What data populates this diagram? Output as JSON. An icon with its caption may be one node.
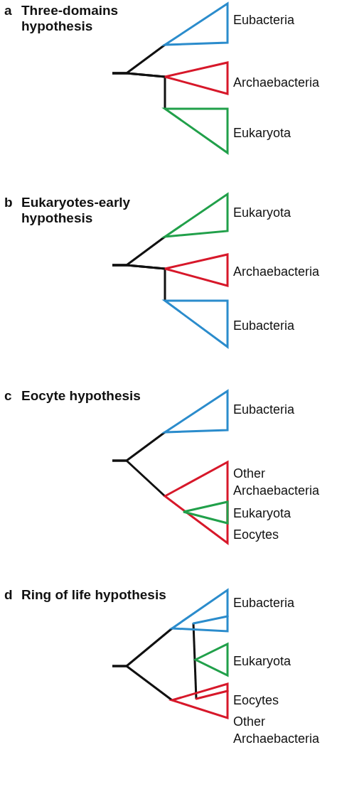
{
  "diagram": {
    "nodes": [
      {
        "text": [],
        "shape": "triangle",
        "beside": [
          "Eubacteria"
        ]
      },
      {
        "text": [],
        "shape": "triangle",
        "beside": [
          "Archaebacteria"
        ]
      },
      {
        "text": [],
        "shape": "triangle",
        "beside": [
          "Eukaryota"
        ]
      },
      {
        "text": [],
        "shape": "triangle",
        "beside": [
          "Eukaryota"
        ]
      },
      {
        "text": [],
        "shape": "triangle",
        "beside": [
          "Archaebacteria"
        ]
      },
      {
        "text": [],
        "shape": "triangle",
        "beside": [
          "Eubacteria"
        ]
      },
      {
        "text": [],
        "shape": "triangle",
        "beside": [
          "Eubacteria"
        ]
      },
      {
        "text": [],
        "shape": "triangle",
        "beside": [
          "Other Archaebacteria",
          "Eocytes"
        ]
      },
      {
        "text": [],
        "shape": "triangle",
        "beside": [
          "Eukaryota"
        ],
        "in": 7
      },
      {
        "text": [],
        "shape": "triangle",
        "beside": [
          "Eubacteria"
        ]
      },
      {
        "text": [],
        "shape": "triangle",
        "beside": [
          "Eukaryota"
        ]
      },
      {
        "text": [],
        "shape": "triangle",
        "beside": [
          "Eocytes",
          "Other Archaebacteria"
        ]
      }
    ],
    "edges": [
      {
        "from": null,
        "to": 0,
        "arrow": "none"
      },
      {
        "from": null,
        "to": 1,
        "arrow": "none"
      },
      {
        "from": null,
        "to": 2,
        "arrow": "none"
      },
      {
        "from": null,
        "to": 3,
        "arrow": "none"
      },
      {
        "from": null,
        "to": 4,
        "arrow": "none"
      },
      {
        "from": null,
        "to": 5,
        "arrow": "none"
      },
      {
        "from": null,
        "to": 6,
        "arrow": "none"
      },
      {
        "from": null,
        "to": 7,
        "arrow": "none"
      },
      {
        "from": null,
        "to": 9,
        "arrow": "none"
      },
      {
        "from": null,
        "to": 11,
        "arrow": "none"
      },
      {
        "from": 9,
        "to": 11,
        "arrow": "none"
      }
    ],
    "labels": [
      "a",
      "Three-domains hypothesis",
      "b",
      "Eukaryotes-early hypothesis",
      "c",
      "Eocyte hypothesis",
      "d",
      "Ring of life hypothesis"
    ]
  }
}
